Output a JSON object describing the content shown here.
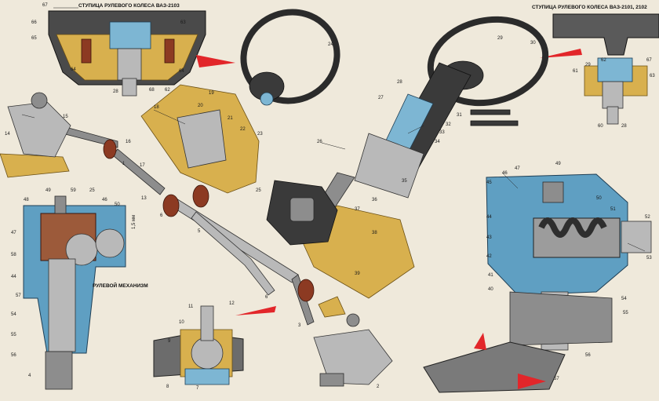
{
  "captions": {
    "hub_2103": "СТУПИЦА РУЛЕВОГО КОЛЕСА ВАЗ-2103",
    "hub_2101": "СТУПИЦА РУЛЕВОГО КОЛЕСА ВАЗ-2101, 2102",
    "steering_gear": "РУЛЕВОЙ МЕХАНИЗМ",
    "dimension": "1,5 мм"
  },
  "labels": [
    {
      "id": "l67a",
      "text": "67"
    },
    {
      "id": "l66",
      "text": "66"
    },
    {
      "id": "l65",
      "text": "65"
    },
    {
      "id": "l64a",
      "text": "64"
    },
    {
      "id": "l28a",
      "text": "28"
    },
    {
      "id": "l68",
      "text": "68"
    },
    {
      "id": "l62a",
      "text": "62"
    },
    {
      "id": "l64b",
      "text": "64"
    },
    {
      "id": "l63a",
      "text": "63"
    },
    {
      "id": "l24",
      "text": "24"
    },
    {
      "id": "l29a",
      "text": "29"
    },
    {
      "id": "l30",
      "text": "30"
    },
    {
      "id": "l29b",
      "text": "29"
    },
    {
      "id": "l62b",
      "text": "62"
    },
    {
      "id": "l67b",
      "text": "67"
    },
    {
      "id": "l61",
      "text": "61"
    },
    {
      "id": "l63b",
      "text": "63"
    },
    {
      "id": "l60",
      "text": "60"
    },
    {
      "id": "l28b",
      "text": "28"
    },
    {
      "id": "l14",
      "text": "14"
    },
    {
      "id": "l15",
      "text": "15"
    },
    {
      "id": "l18",
      "text": "18"
    },
    {
      "id": "l19",
      "text": "19"
    },
    {
      "id": "l20",
      "text": "20"
    },
    {
      "id": "l21",
      "text": "21"
    },
    {
      "id": "l22",
      "text": "22"
    },
    {
      "id": "l23",
      "text": "23"
    },
    {
      "id": "l16",
      "text": "16"
    },
    {
      "id": "l17",
      "text": "17"
    },
    {
      "id": "l1",
      "text": "1"
    },
    {
      "id": "l13",
      "text": "13"
    },
    {
      "id": "l6a",
      "text": "6"
    },
    {
      "id": "l5",
      "text": "5"
    },
    {
      "id": "l28c",
      "text": "28"
    },
    {
      "id": "l27",
      "text": "27"
    },
    {
      "id": "l31",
      "text": "31"
    },
    {
      "id": "l32",
      "text": "32"
    },
    {
      "id": "l33",
      "text": "33"
    },
    {
      "id": "l34",
      "text": "34"
    },
    {
      "id": "l26",
      "text": "26"
    },
    {
      "id": "l35",
      "text": "35"
    },
    {
      "id": "l25a",
      "text": "25"
    },
    {
      "id": "l36",
      "text": "36"
    },
    {
      "id": "l37",
      "text": "37"
    },
    {
      "id": "l38",
      "text": "38"
    },
    {
      "id": "l39",
      "text": "39"
    },
    {
      "id": "l48",
      "text": "48"
    },
    {
      "id": "l49a",
      "text": "49"
    },
    {
      "id": "l59",
      "text": "59"
    },
    {
      "id": "l25b",
      "text": "25"
    },
    {
      "id": "l46a",
      "text": "46"
    },
    {
      "id": "l50a",
      "text": "50"
    },
    {
      "id": "l47a",
      "text": "47"
    },
    {
      "id": "l58",
      "text": "58"
    },
    {
      "id": "l44a",
      "text": "44"
    },
    {
      "id": "l57a",
      "text": "57"
    },
    {
      "id": "l54a",
      "text": "54"
    },
    {
      "id": "l55a",
      "text": "55"
    },
    {
      "id": "l56a",
      "text": "56"
    },
    {
      "id": "l4",
      "text": "4"
    },
    {
      "id": "l11",
      "text": "11"
    },
    {
      "id": "l12",
      "text": "12"
    },
    {
      "id": "l10",
      "text": "10"
    },
    {
      "id": "l9",
      "text": "9"
    },
    {
      "id": "l8",
      "text": "8"
    },
    {
      "id": "l7",
      "text": "7"
    },
    {
      "id": "l6b",
      "text": "6"
    },
    {
      "id": "l3",
      "text": "3"
    },
    {
      "id": "l2",
      "text": "2"
    },
    {
      "id": "l45",
      "text": "45"
    },
    {
      "id": "l46b",
      "text": "46"
    },
    {
      "id": "l47b",
      "text": "47"
    },
    {
      "id": "l49b",
      "text": "49"
    },
    {
      "id": "l44b",
      "text": "44"
    },
    {
      "id": "l43",
      "text": "43"
    },
    {
      "id": "l42",
      "text": "42"
    },
    {
      "id": "l41",
      "text": "41"
    },
    {
      "id": "l40",
      "text": "40"
    },
    {
      "id": "l50b",
      "text": "50"
    },
    {
      "id": "l51",
      "text": "51"
    },
    {
      "id": "l52",
      "text": "52"
    },
    {
      "id": "l53",
      "text": "53"
    },
    {
      "id": "l54b",
      "text": "54"
    },
    {
      "id": "l55b",
      "text": "55"
    },
    {
      "id": "l56b",
      "text": "56"
    },
    {
      "id": "l57b",
      "text": "57"
    }
  ],
  "colors": {
    "background": "#efe9db",
    "housing_blue": "#5f9fc2",
    "floor_yellow": "#d8b04e",
    "steel_grey": "#8d8d8d",
    "boot_rust": "#8c3a22",
    "arrow_red": "#e2262a"
  }
}
